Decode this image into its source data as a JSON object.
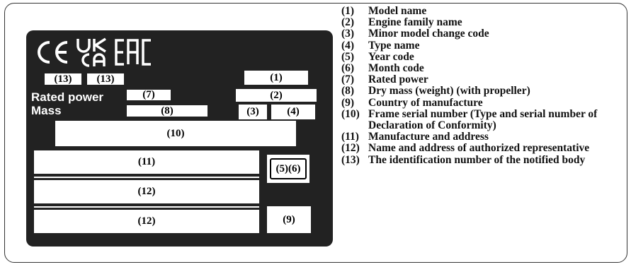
{
  "plate": {
    "logos": [
      "CE",
      "UKCA",
      "EAC"
    ],
    "rated_power_label": "Rated power",
    "mass_label": "Mass",
    "boxes": {
      "b13a": "(13)",
      "b13b": "(13)",
      "b1": "(1)",
      "b2": "(2)",
      "b7": "(7)",
      "b8": "(8)",
      "b3": "(3)",
      "b4": "(4)",
      "b10": "(10)",
      "b11": "(11)",
      "b12a": "(12)",
      "b12b": "(12)",
      "b56": "(5)(6)",
      "b9": "(9)"
    }
  },
  "legend": [
    {
      "num": "(1)",
      "text": "Model name"
    },
    {
      "num": "(2)",
      "text": "Engine family name"
    },
    {
      "num": "(3)",
      "text": "Minor model change code"
    },
    {
      "num": "(4)",
      "text": "Type name"
    },
    {
      "num": "(5)",
      "text": "Year code"
    },
    {
      "num": "(6)",
      "text": "Month code"
    },
    {
      "num": "(7)",
      "text": "Rated power"
    },
    {
      "num": "(8)",
      "text": "Dry mass (weight) (with propeller)"
    },
    {
      "num": "(9)",
      "text": "Country of manufacture"
    },
    {
      "num": "(10)",
      "text": "Frame serial number (Type and serial number of Declaration of Conformity)"
    },
    {
      "num": "(11)",
      "text": "Manufacture and address"
    },
    {
      "num": "(12)",
      "text": "Name and address of authorized representative"
    },
    {
      "num": "(13)",
      "text": "The identification number of the notified body"
    }
  ]
}
